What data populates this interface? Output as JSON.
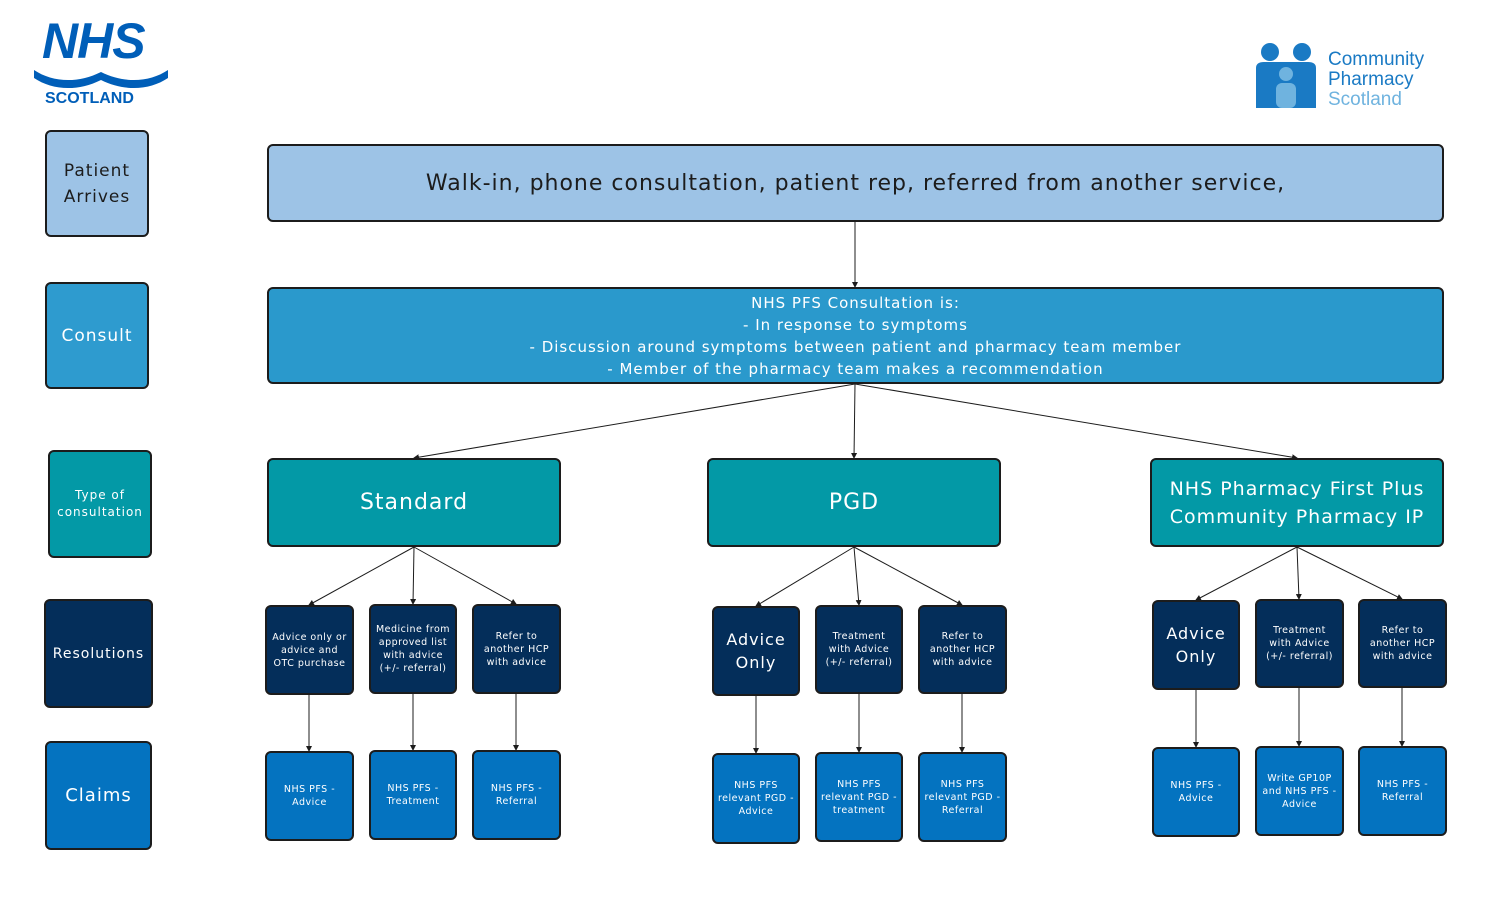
{
  "logos": {
    "nhs_text": "NHS",
    "nhs_sub": "SCOTLAND",
    "cps_line1": "Community",
    "cps_line2": "Pharmacy",
    "cps_line3": "Scotland",
    "colors": {
      "nhs_blue": "#005eb8",
      "cps_blue": "#1a7ac4",
      "cps_light": "#6fb3df"
    }
  },
  "row_labels": {
    "arrives": "Patient\nArrives",
    "consult": "Consult",
    "type": "Type of\nconsultation",
    "resolutions": "Resolutions",
    "claims": "Claims"
  },
  "top_node": "Walk-in, phone consultation, patient rep, referred from another service,",
  "consult_node": {
    "line1": "NHS PFS Consultation is:",
    "line2": "- In response to symptoms",
    "line3": "- Discussion around symptoms between patient and pharmacy team member",
    "line4": "- Member of the pharmacy team makes a recommendation"
  },
  "types": {
    "standard": "Standard",
    "pgd": "PGD",
    "plus": "NHS Pharmacy First Plus\nCommunity Pharmacy IP"
  },
  "standard": {
    "res1": "Advice only or\nadvice and\nOTC purchase",
    "res2": "Medicine from\napproved list\nwith advice\n(+/- referral)",
    "res3": "Refer to\nanother HCP\nwith advice",
    "claim1": "NHS PFS -\nAdvice",
    "claim2": "NHS PFS -\nTreatment",
    "claim3": "NHS PFS -\nReferral"
  },
  "pgd": {
    "res1": "Advice\nOnly",
    "res2": "Treatment\nwith Advice\n(+/- referral)",
    "res3": "Refer to\nanother HCP\nwith advice",
    "claim1": "NHS PFS\nrelevant PGD -\nAdvice",
    "claim2": "NHS PFS\nrelevant PGD -\ntreatment",
    "claim3": "NHS PFS\nrelevant PGD -\nReferral"
  },
  "plus": {
    "res1": "Advice\nOnly",
    "res2": "Treatment\nwith Advice\n(+/- referral)",
    "res3": "Refer to\nanother HCP\nwith advice",
    "claim1": "NHS PFS -\nAdvice",
    "claim2": "Write GP10P\nand NHS PFS -\nAdvice",
    "claim3": "NHS PFS -\nReferral"
  }
}
